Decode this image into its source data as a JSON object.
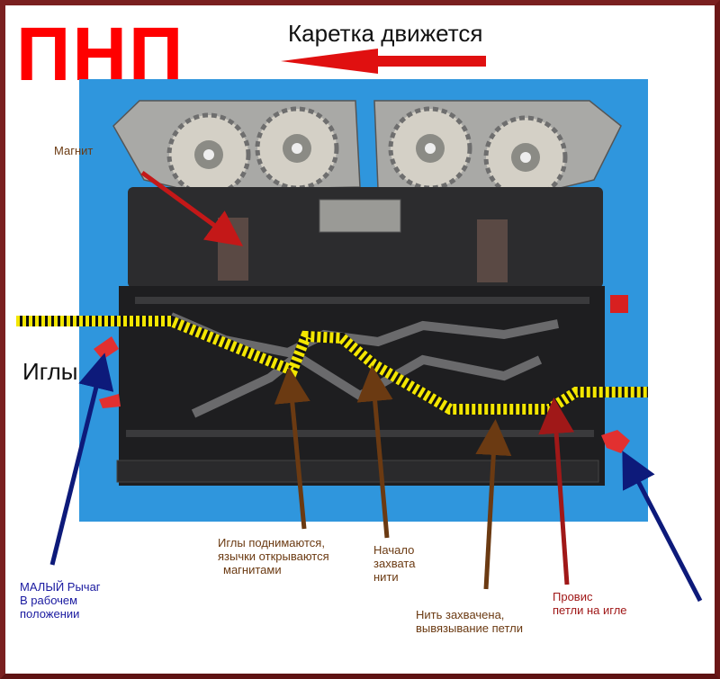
{
  "title": "ПНП",
  "carriage_text": "Каретка движется",
  "labels": {
    "magnet": "Магнит",
    "needles": "Иглы",
    "needles_rise": [
      "Иглы поднимаются,",
      "язычки открываются",
      "магнитами"
    ],
    "yarn_start": [
      "Начало",
      "захвата",
      "нити"
    ],
    "yarn_caught": [
      "Нить захвачена,",
      "вывязывание петли"
    ],
    "loop_sag": [
      "Провис",
      "петли на игле"
    ],
    "small_lever": [
      "МАЛЫЙ Рычаг",
      "В рабочем",
      "положении"
    ]
  },
  "colors": {
    "title": "#ff0000",
    "arrow_red": "#e01010",
    "photo_bg": "#2f96dd",
    "yarn_yellow": "#f3e600",
    "brown_arrow": "#6b3a12",
    "navy_arrow": "#0d1a7a",
    "darkred_arrow": "#a01818",
    "frame": "#7a2020"
  }
}
